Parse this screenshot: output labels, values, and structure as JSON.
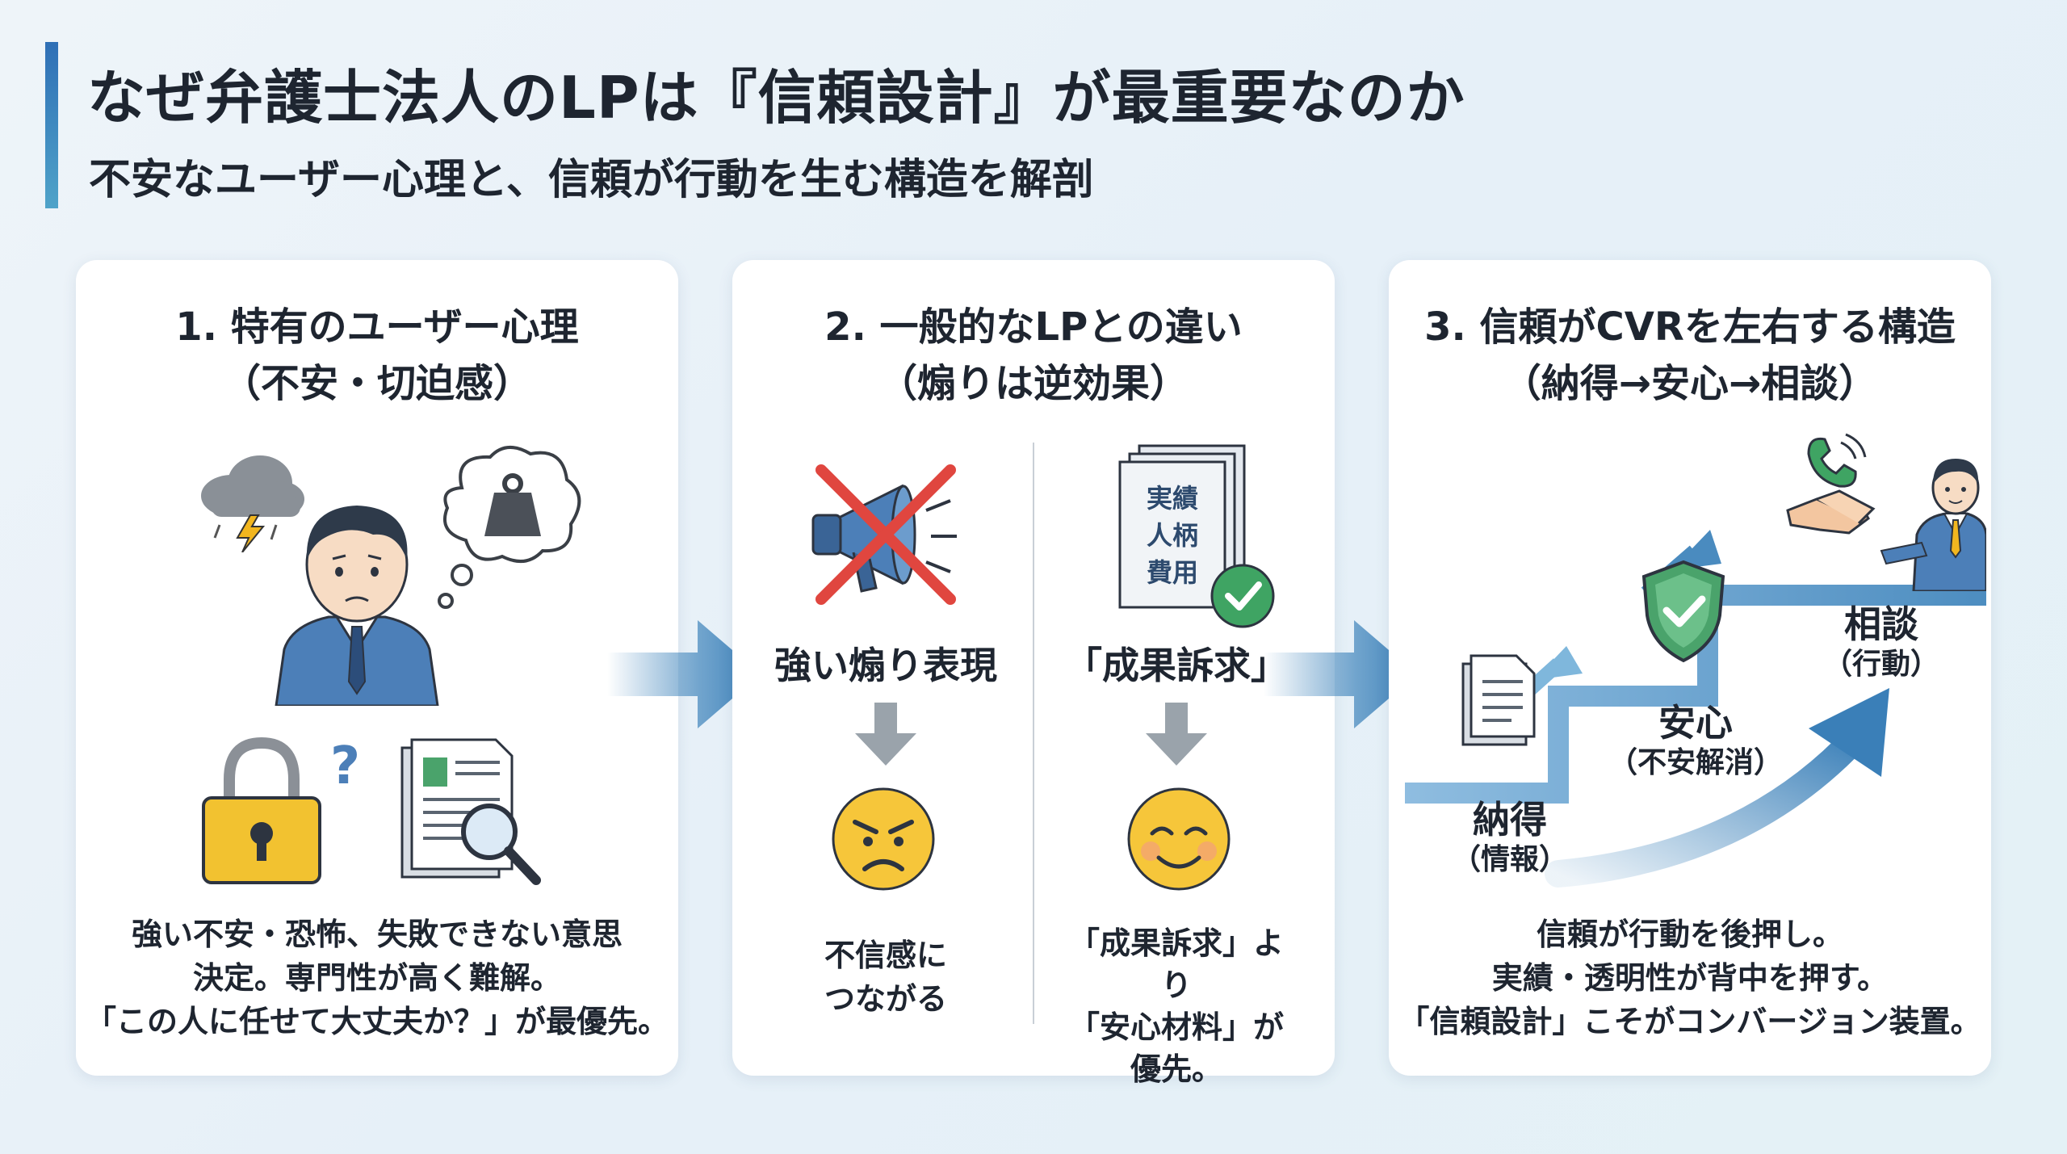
{
  "header": {
    "title": "なぜ弁護士法人のLPは『信頼設計』が最重要なのか",
    "subtitle": "不安なユーザー心理と、信頼が行動を生む構造を解剖"
  },
  "panel1": {
    "heading_line1": "1. 特有のユーザー心理",
    "heading_line2": "（不安・切迫感）",
    "body": [
      "強い不安・恐怖、失敗できない意思",
      "決定。専門性が高く難解。",
      "「この人に任せて大丈夫か？」が最優先。"
    ]
  },
  "panel2": {
    "heading_line1": "2. 一般的なLPとの違い",
    "heading_line2": "（煽りは逆効果）",
    "left_label": "強い煽り表現",
    "left_result": [
      "不信感に",
      "つながる"
    ],
    "doc_lines": [
      "実績",
      "人柄",
      "費用"
    ],
    "right_label": "「成果訴求」",
    "right_result": [
      "「成果訴求」より",
      "「安心材料」が",
      "優先。"
    ]
  },
  "panel3": {
    "heading_line1": "3. 信頼がCVRを左右する構造",
    "heading_line2": "（納得→安心→相談）",
    "step1": "納得",
    "step1_sub": "（情報）",
    "step2": "安心",
    "step2_sub": "（不安解消）",
    "step3": "相談",
    "step3_sub": "（行動）",
    "body": [
      "信頼が行動を後押し。",
      "実績・透明性が背中を押す。",
      "「信頼設計」こそがコンバージョン装置。"
    ]
  },
  "colors": {
    "accent_blue": "#2f6fb6",
    "steel_blue": "#4a8bbf",
    "gray_arrow": "#9aa3ab"
  }
}
